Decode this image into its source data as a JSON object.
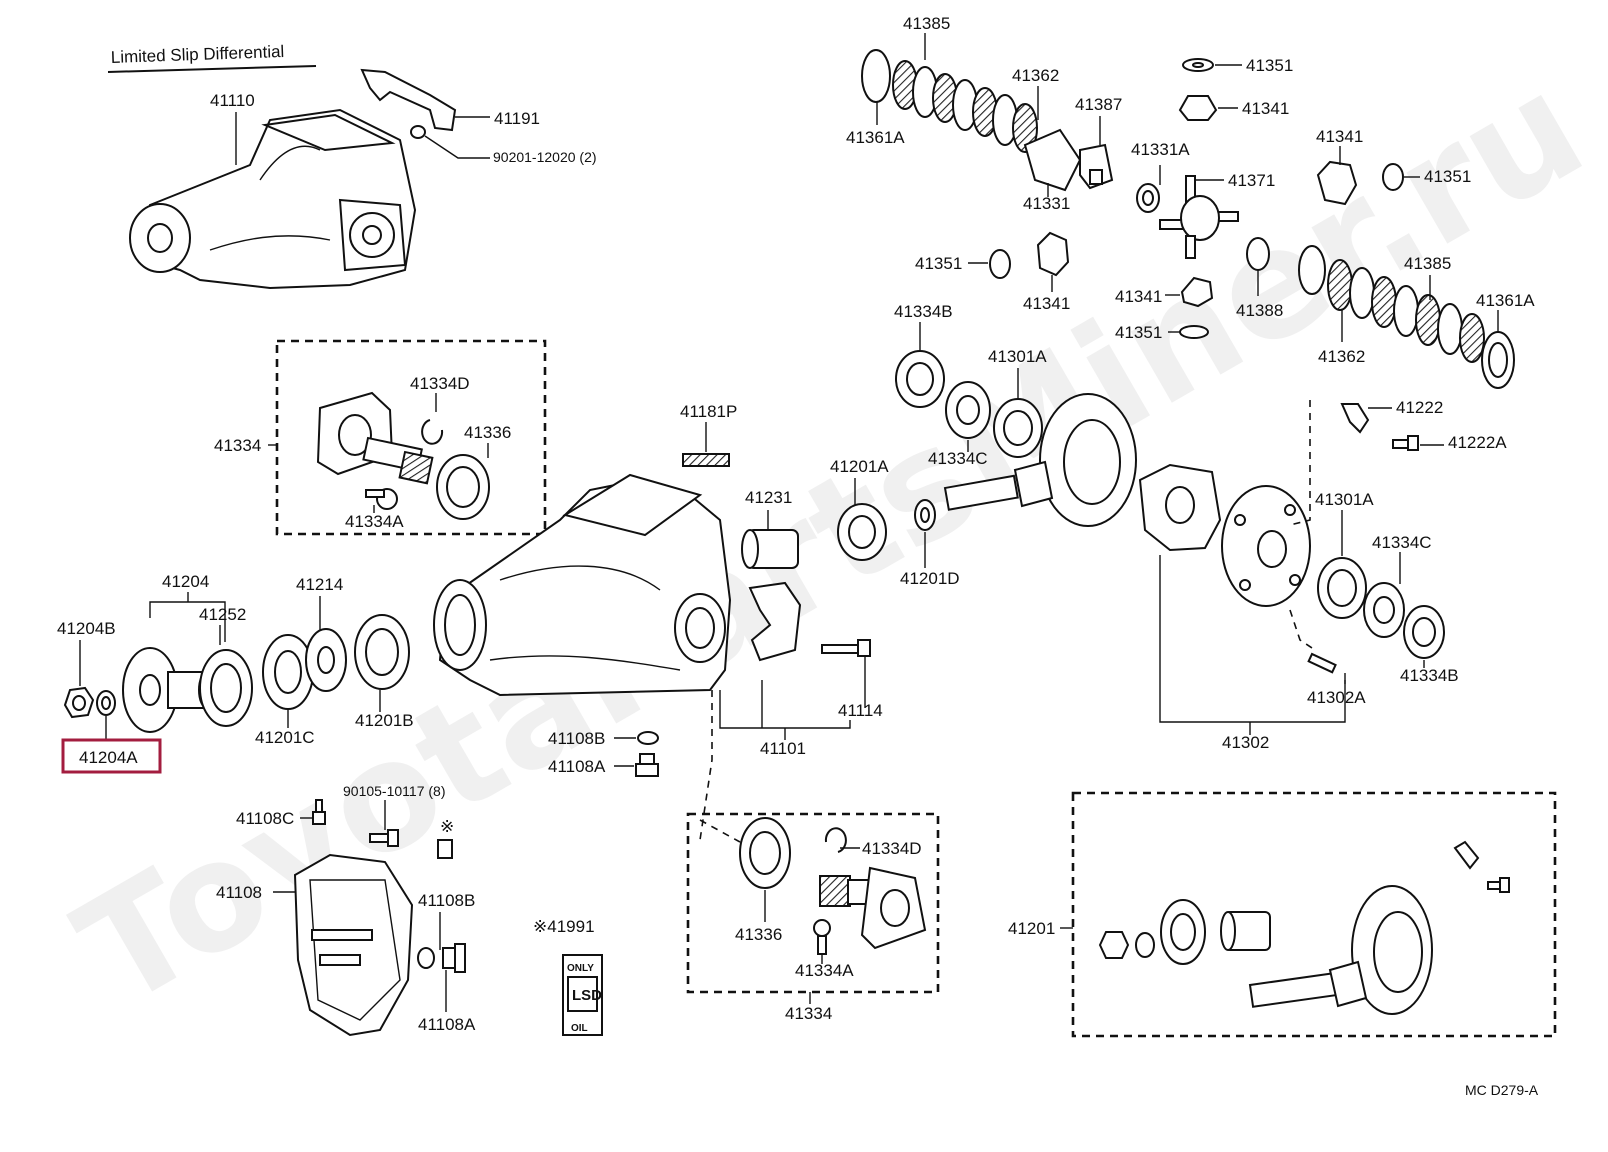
{
  "title": "Limited Slip Differential",
  "code": "MC  D279-A",
  "highlight_color": "#a31d3f",
  "watermark": "ToyotaPartsMiner.ru",
  "labels": {
    "p41110": "41110",
    "p41191": "41191",
    "p90201": "90201-12020 (2)",
    "p41385a": "41385",
    "p41362a": "41362",
    "p41387": "41387",
    "p41361Aa": "41361A",
    "p41331": "41331",
    "p41351a": "41351",
    "p41341a": "41341",
    "p41331A": "41331A",
    "p41341b": "41341",
    "p41371": "41371",
    "p41351b": "41351",
    "p41351c": "41351",
    "p41341c": "41341",
    "p41341d": "41341",
    "p41388": "41388",
    "p41385b": "41385",
    "p41361Ab": "41361A",
    "p41351d": "41351",
    "p41362b": "41362",
    "p41334Ba": "41334B",
    "p41301Aa": "41301A",
    "p41334Ca": "41334C",
    "p41334Da": "41334D",
    "p41336a": "41336",
    "p41334a": "41334",
    "p41334Aa": "41334A",
    "p41181P": "41181P",
    "p41201A": "41201A",
    "p41231": "41231",
    "p41201D": "41201D",
    "p41222": "41222",
    "p41222A": "41222A",
    "p41301Ab": "41301A",
    "p41334Cb": "41334C",
    "p41334Bb": "41334B",
    "p41302A": "41302A",
    "p41302": "41302",
    "p41204": "41204",
    "p41204B": "41204B",
    "p41252": "41252",
    "p41214": "41214",
    "p41201C": "41201C",
    "p41201B": "41201B",
    "p41204A": "41204A",
    "p41114": "41114",
    "p41101": "41101",
    "p41108B": "41108B",
    "p41108A": "41108A",
    "p90105": "90105-10117 (8)",
    "p41108C": "41108C",
    "p41108": "41108",
    "p41108Bb": "41108B",
    "p41108Ab": "41108A",
    "p41991": "※41991",
    "p_ref": "※",
    "p41334Db": "41334D",
    "p41336b": "41336",
    "p41334Ab": "41334A",
    "p41334b": "41334",
    "p41201": "41201"
  },
  "oil_label": {
    "top": "ONLY",
    "mid": "LSD",
    "bottom": "OIL"
  }
}
